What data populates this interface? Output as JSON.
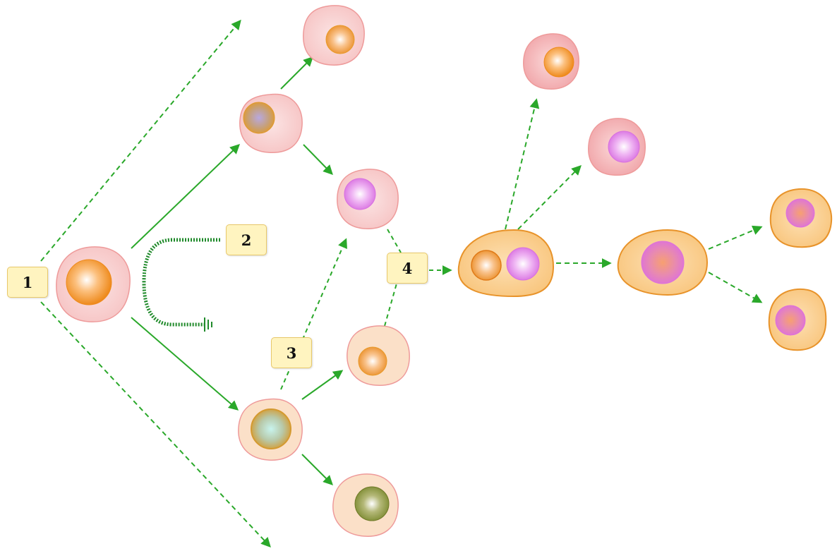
{
  "labels": {
    "step1": "1",
    "step2": "2",
    "step3": "3",
    "step4": "4"
  },
  "colors": {
    "arrow": "#2aa82a",
    "cell_pink": "#f8cccc",
    "cell_peach": "#fbe0c8",
    "cell_outline_pink": "#ee9a9a",
    "cell_orange": "#f7c77e",
    "cell_outline_orange": "#e8932a",
    "nucleus_orange": "#f0902a",
    "nucleus_violet": "#e070e0",
    "label_fill": "#fff4c0"
  },
  "icons": {
    "cell": "cell-icon",
    "nucleus": "nucleus-icon",
    "arrow": "arrow-icon"
  }
}
